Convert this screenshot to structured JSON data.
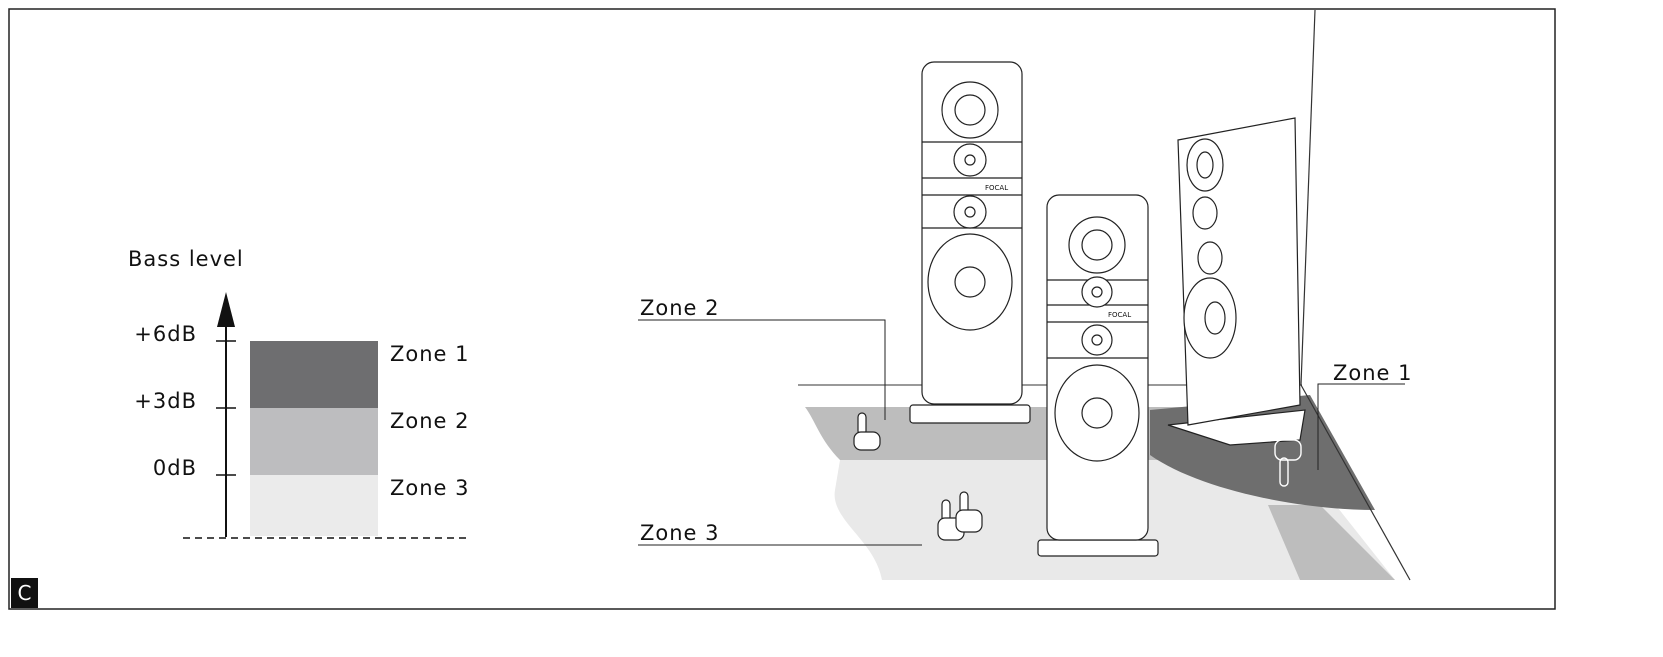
{
  "panel_badge": "C",
  "chart": {
    "axis_title": "Bass level",
    "ticks": [
      "+6dB",
      "+3dB",
      "0dB"
    ],
    "zones": [
      {
        "label": "Zone 1",
        "color": "#6e6e70"
      },
      {
        "label": "Zone 2",
        "color": "#bdbdbf"
      },
      {
        "label": "Zone 3",
        "color": "#ebebeb"
      }
    ]
  },
  "room": {
    "callouts": {
      "zone1": "Zone 1",
      "zone2": "Zone 2",
      "zone3": "Zone 3"
    },
    "speaker_logo": "FOCAL"
  }
}
